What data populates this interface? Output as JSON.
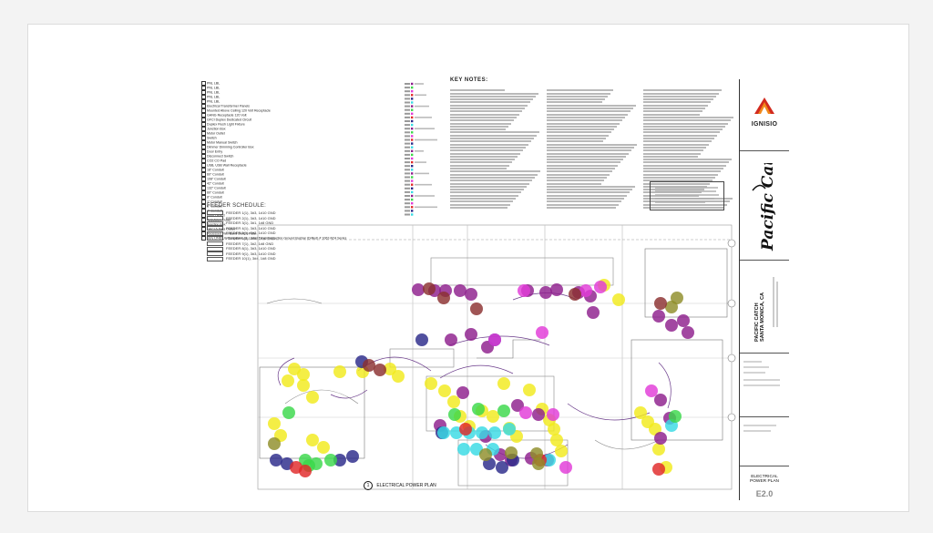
{
  "legend": {
    "items": [
      "PNL LBL",
      "PNL LBL",
      "PNL LBL",
      "PNL LBL",
      "PNL LBL",
      "Electrical Transformer Panels",
      "Mounted Above Ceiling 120 Volt Receptacle",
      "GANG Receptacle 120 Volt",
      "GFCI Duplex Dedicated Circuit",
      "Duplex Flush Light Fixture",
      "Junction Box",
      "Motor Outlet",
      "Switch",
      "Motor Manual Switch",
      "Dimmer Dimming Controller Box",
      "Door Entry",
      "Disconnect Switch",
      "CO2 CO Pad",
      "USB, USB Wall Receptacle",
      "18\" Conduit",
      "60\" Conduit",
      "108\" Conduit",
      "42\" Conduit",
      "132\" Conduit",
      "60\" Conduit",
      "8\" Conduit",
      "1\" Conduit",
      "6\" Conduit",
      "4\" Conduit",
      "Floor Detect",
      "Television Outlet",
      "Junction Box",
      "GFCI 6 Data Outlet",
      "Recessed Flex Band Switch Plate",
      "Very LINE/UL Compliant, UL Listed Timer/Instruction Ground Busbar (Drilled) # 1062-N24 Series"
    ]
  },
  "feeder": {
    "title": "FEEDER SCHEDULE:",
    "rows": [
      "FEEDER 1(1), 3#3, 1#10 GND",
      "FEEDER 2(1), 3#3, 1#10 GND",
      "FEEDER 3(1), 3#1, 1#8 GND",
      "FEEDER 4(1), 3#3, 1#10 GND",
      "FEEDER 5(1), 3#3, 1#10 GND",
      "FEEDER 6(1), 3#3, 1#10 GND",
      "FEEDER 7(1), 3#2, 1#8 GND",
      "FEEDER 8(1), 3#3, 1#10 GND",
      "FEEDER 9(1), 3#3, 1#10 GND",
      "FEEDER 10(1), 3#4, 1#8 GND"
    ]
  },
  "keynotes": {
    "heading": "KEY NOTES:"
  },
  "titleblock": {
    "firm_name": "IGNISIO",
    "client_logo_text": "Pacific Catch",
    "project_name": "PACIFIC CATCH",
    "project_location": "SANTA MONICA, CA",
    "sheet_title_line1": "ELECTRICAL",
    "sheet_title_line2": "POWER PLAN",
    "sheet_number": "E2.0"
  },
  "plan_caption": {
    "number": "1",
    "title": "ELECTRICAL POWER PLAN"
  },
  "colors": {
    "yellow": "#f2ea1c",
    "purple": "#8d1f8c",
    "navy": "#2b2a8a",
    "magenta": "#e23bd8",
    "cyan": "#38dbe4",
    "green": "#3bd84a",
    "red": "#e02828",
    "olive": "#8f8d2a",
    "brick": "#8b2f2f",
    "logo_red": "#d22a1e",
    "logo_orange": "#f18a1c"
  }
}
